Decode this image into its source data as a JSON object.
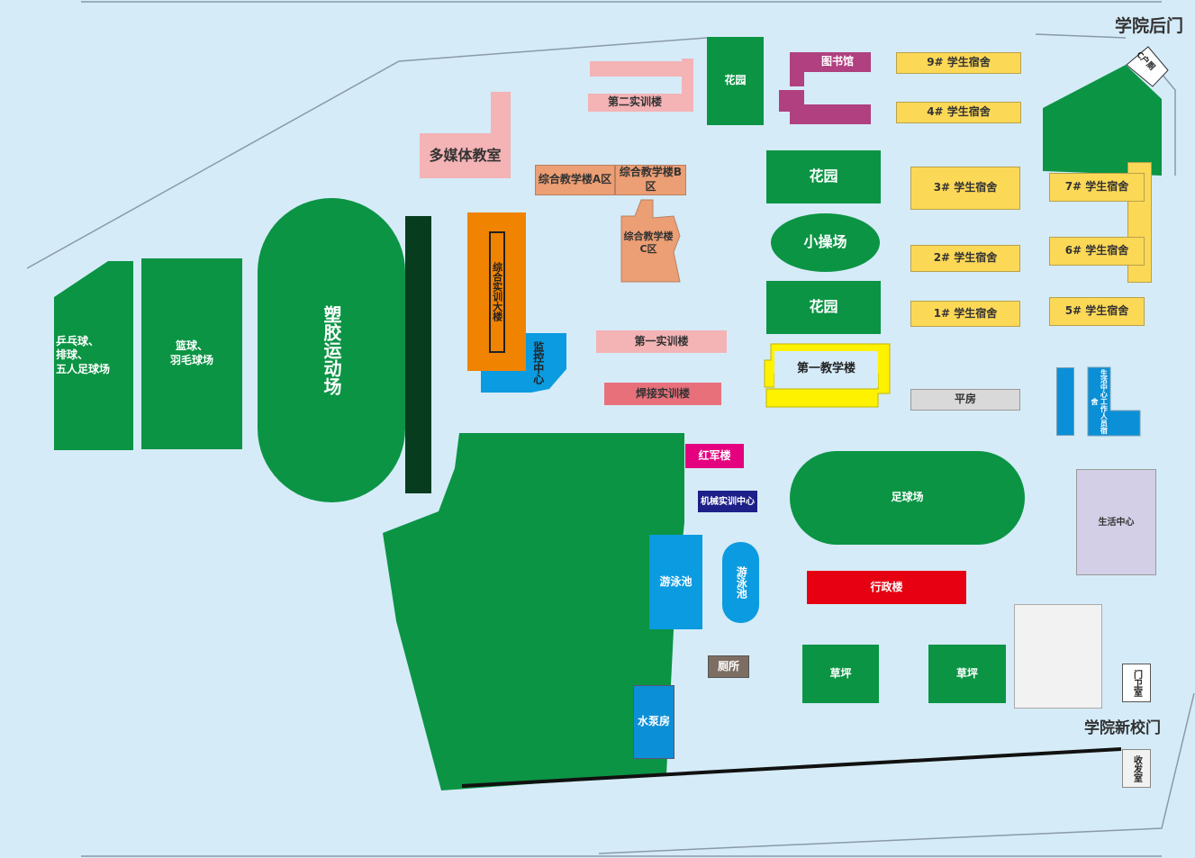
{
  "gates": {
    "back": "学院后门",
    "new": "学院新校门"
  },
  "buildings": {
    "pingpong": "乒乓球、\n排球、\n五人足球场",
    "basketball": "篮球、\n羽毛球场",
    "stadium": "塑胶运动场",
    "multimedia": "多媒体教室",
    "training2": "第二实训楼",
    "garden1": "花园",
    "library": "图书馆",
    "dorm9": "9# 学生宿舍",
    "dorm4": "4# 学生宿舍",
    "teachA": "综合教学楼A区",
    "teachB": "综合教学楼B区",
    "teachC": "综合教学楼\nC区",
    "trainingCenter": "综合实训大楼",
    "monitor": "监控中心",
    "garden2": "花园",
    "smallField": "小操场",
    "garden3": "花园",
    "dorm3": "3# 学生宿舍",
    "dorm2": "2# 学生宿舍",
    "dorm1": "1# 学生宿舍",
    "dorm7": "7# 学生宿舍",
    "dorm6": "6# 学生宿舍",
    "dorm5": "5# 学生宿舍",
    "training1": "第一实训楼",
    "welding": "焊接实训楼",
    "teaching1": "第一教学楼",
    "bungalow": "平房",
    "staffDorm": "生活中心工作人员宿舍",
    "toilet": "C户厕",
    "redArmy": "红军楼",
    "mechCenter": "机械实训中心",
    "football": "足球场",
    "lifeCenter": "生活中心",
    "pool1": "游泳池",
    "pool2": "游泳池",
    "admin": "行政楼",
    "wc": "厕所",
    "lawn1": "草坪",
    "lawn2": "草坪",
    "guard": "门卫室",
    "mail": "收发室",
    "pump": "水泵房"
  }
}
